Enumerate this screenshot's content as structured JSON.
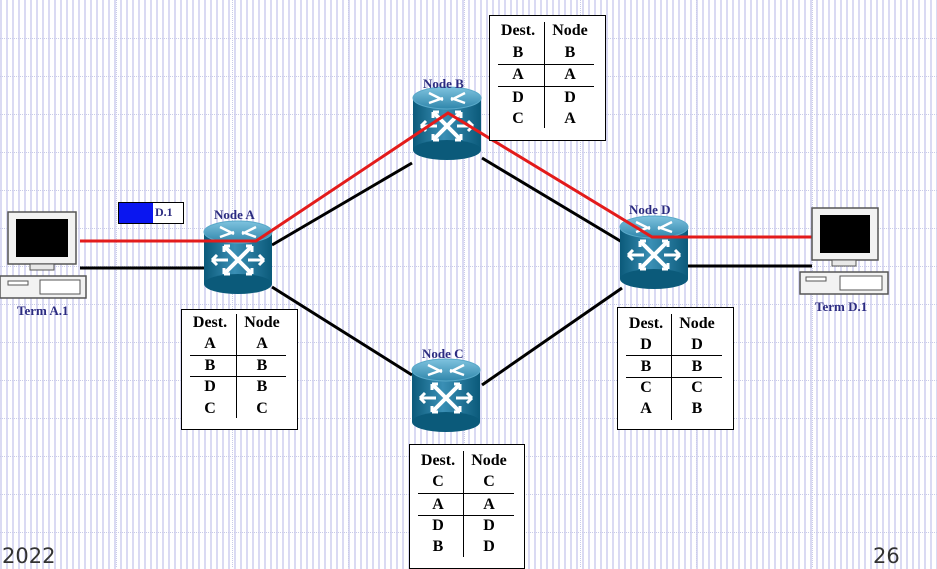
{
  "packet": {
    "label": "D.1",
    "color": "#0a16f0"
  },
  "nodes": {
    "a": {
      "label": "Node A"
    },
    "b": {
      "label": "Node B"
    },
    "c": {
      "label": "Node C"
    },
    "d": {
      "label": "Node D"
    }
  },
  "terminals": {
    "a1": {
      "label": "Term A.1"
    },
    "d1": {
      "label": "Term D.1"
    }
  },
  "tables": {
    "a": {
      "headers": [
        "Dest.",
        "Node"
      ],
      "rows": [
        [
          "A",
          "A"
        ],
        [
          "B",
          "B"
        ],
        [
          "D",
          "B"
        ],
        [
          "C",
          "C"
        ]
      ]
    },
    "b": {
      "headers": [
        "Dest.",
        "Node"
      ],
      "rows": [
        [
          "B",
          "B"
        ],
        [
          "A",
          "A"
        ],
        [
          "D",
          "D"
        ],
        [
          "C",
          "A"
        ]
      ]
    },
    "c": {
      "headers": [
        "Dest.",
        "Node"
      ],
      "rows": [
        [
          "C",
          "C"
        ],
        [
          "A",
          "A"
        ],
        [
          "D",
          "D"
        ],
        [
          "B",
          "D"
        ]
      ]
    },
    "d": {
      "headers": [
        "Dest.",
        "Node"
      ],
      "rows": [
        [
          "D",
          "D"
        ],
        [
          "B",
          "B"
        ],
        [
          "C",
          "C"
        ],
        [
          "A",
          "B"
        ]
      ]
    }
  },
  "route_color": "#e31b1b",
  "link_color": "#000000",
  "footer": {
    "year": "2022",
    "page": "26"
  }
}
